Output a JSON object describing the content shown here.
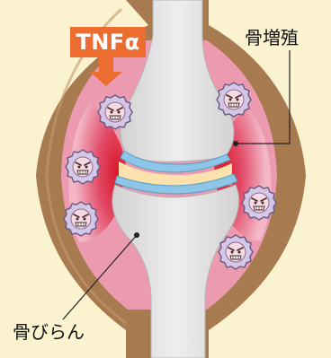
{
  "labels": {
    "tnf": "TNFα",
    "bone_proliferation": "骨増殖",
    "bone_erosion": "骨びらん"
  },
  "colors": {
    "background": "#fbf2cf",
    "capsule": "#a87a50",
    "synovium": "#e98fa8",
    "inflammation": "#d9182b",
    "bone": "#e3e3e3",
    "cartilage": "#8dc6e6",
    "joint_space": "#fde2ae",
    "tnf_badge": "#ec6d2f",
    "cell": "#d5c7e6"
  },
  "icons": [
    "inflammatory-cell-icon",
    "down-arrow-icon"
  ]
}
